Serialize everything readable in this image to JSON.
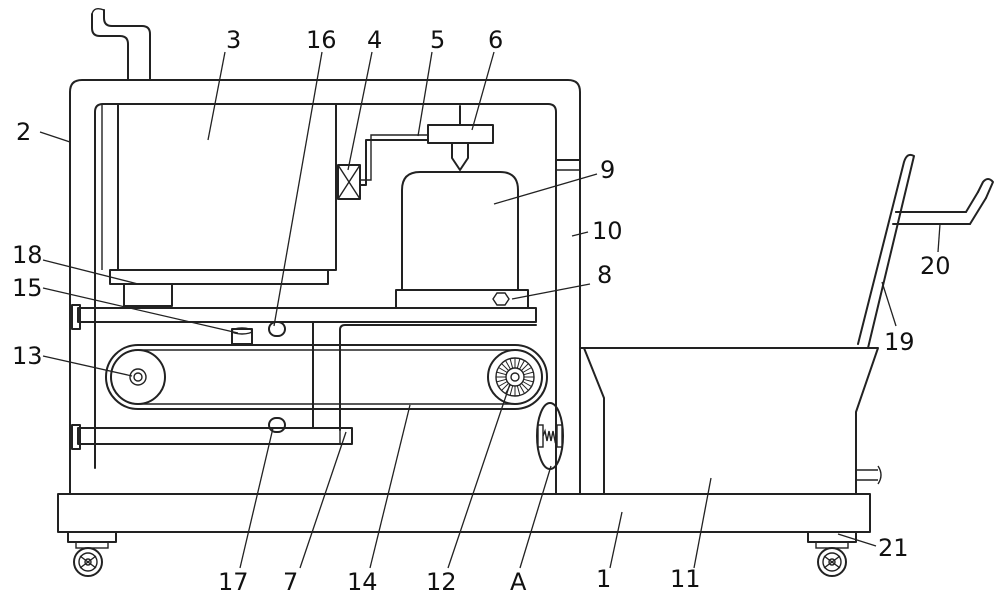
{
  "labels": [
    {
      "id": "1",
      "text": "1"
    },
    {
      "id": "2",
      "text": "2"
    },
    {
      "id": "3",
      "text": "3"
    },
    {
      "id": "4",
      "text": "4"
    },
    {
      "id": "5",
      "text": "5"
    },
    {
      "id": "6",
      "text": "6"
    },
    {
      "id": "7",
      "text": "7"
    },
    {
      "id": "8",
      "text": "8"
    },
    {
      "id": "9",
      "text": "9"
    },
    {
      "id": "10",
      "text": "10"
    },
    {
      "id": "11",
      "text": "11"
    },
    {
      "id": "12",
      "text": "12"
    },
    {
      "id": "13",
      "text": "13"
    },
    {
      "id": "14",
      "text": "14"
    },
    {
      "id": "15",
      "text": "15"
    },
    {
      "id": "16",
      "text": "16"
    },
    {
      "id": "17",
      "text": "17"
    },
    {
      "id": "18",
      "text": "18"
    },
    {
      "id": "19",
      "text": "19"
    },
    {
      "id": "20",
      "text": "20"
    },
    {
      "id": "21",
      "text": "21"
    },
    {
      "id": "A",
      "text": "A"
    }
  ]
}
